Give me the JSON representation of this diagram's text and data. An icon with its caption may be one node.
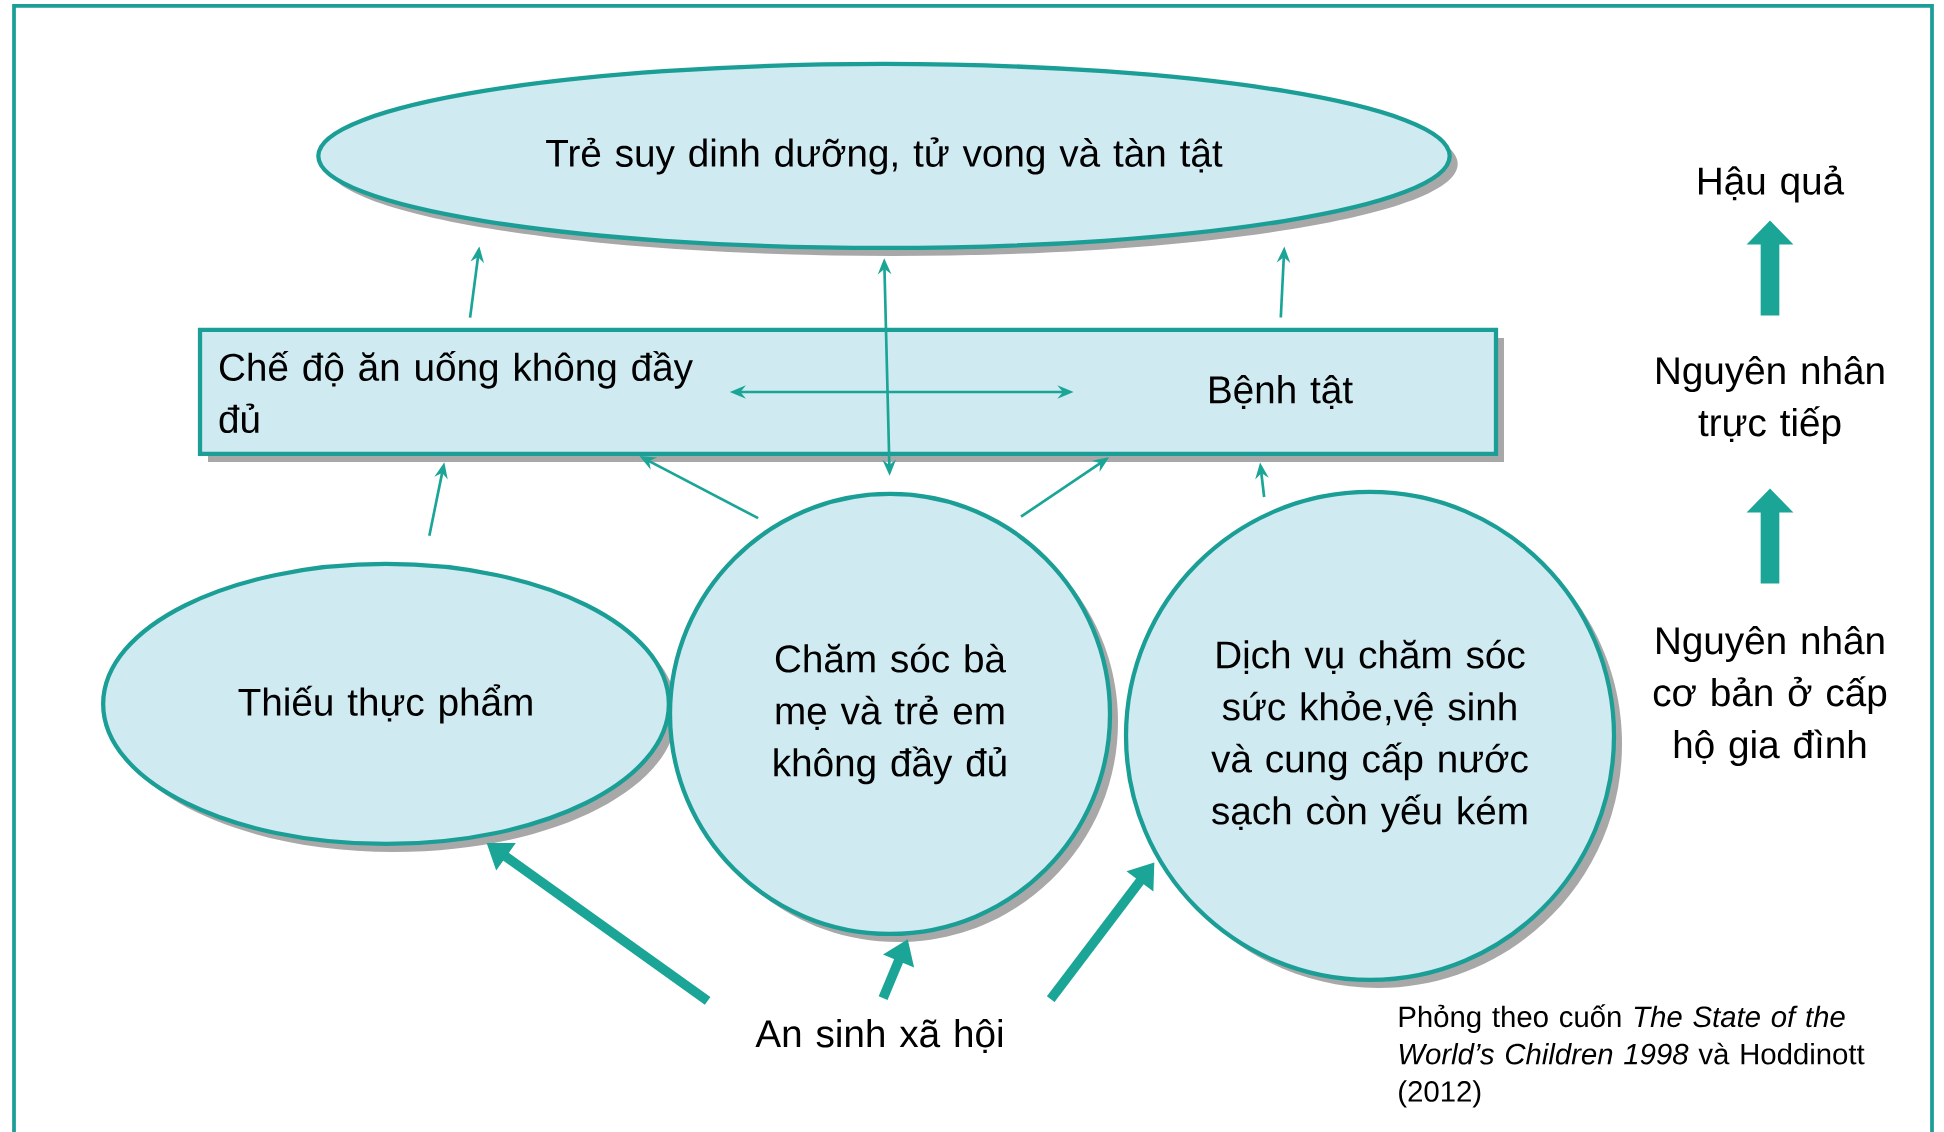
{
  "diagram": {
    "caption": "Phỏng theo cuốn *The State of the World’s Children 1998* và Hoddinott (2012)",
    "nodes": [
      {
        "text": [
          "Trẻ suy dinh dưỡng, tử vong và tàn tật"
        ]
      },
      {
        "text": [],
        "shape": "box"
      },
      {
        "text": [
          "Chế độ ăn uống không đầy đủ"
        ],
        "in": 1
      },
      {
        "text": [
          "Bệnh tật"
        ],
        "in": 1
      },
      {
        "text": [
          "Thiếu thực phẩm"
        ]
      },
      {
        "text": [
          "Chăm sóc bà mẹ và trẻ em không đầy đủ"
        ]
      },
      {
        "text": [
          "Dịch vụ chăm sóc sức khỏe,vệ sinh và cung cấp nước sạch còn yếu kém"
        ]
      },
      {
        "text": [
          "An sinh xã hội"
        ]
      },
      {
        "text": [
          "Hậu quả"
        ]
      },
      {
        "text": [
          "Nguyên nhân trực tiếp"
        ]
      },
      {
        "text": [
          "Nguyên nhân cơ bản ở cấp hộ gia đình"
        ]
      }
    ],
    "edges": [
      {
        "from": 2,
        "to": 0,
        "arrow": "to"
      },
      {
        "from": 3,
        "to": 0,
        "arrow": "to"
      },
      {
        "from": 5,
        "to": 0,
        "arrow": "both"
      },
      {
        "from": 2,
        "to": 3,
        "arrow": "both"
      },
      {
        "from": 4,
        "to": 2,
        "arrow": "to"
      },
      {
        "from": 5,
        "to": 2,
        "arrow": "to"
      },
      {
        "from": 5,
        "to": 3,
        "arrow": "to"
      },
      {
        "from": 6,
        "to": 3,
        "arrow": "to"
      },
      {
        "from": 7,
        "to": 4,
        "arrow": "to",
        "style": "thick"
      },
      {
        "from": 7,
        "to": 5,
        "arrow": "to",
        "style": "thick"
      },
      {
        "from": 7,
        "to": 6,
        "arrow": "to",
        "style": "thick"
      },
      {
        "from": 10,
        "to": 9,
        "arrow": "to",
        "style": "thick"
      },
      {
        "from": 9,
        "to": 8,
        "arrow": "to",
        "style": "thick"
      }
    ]
  }
}
